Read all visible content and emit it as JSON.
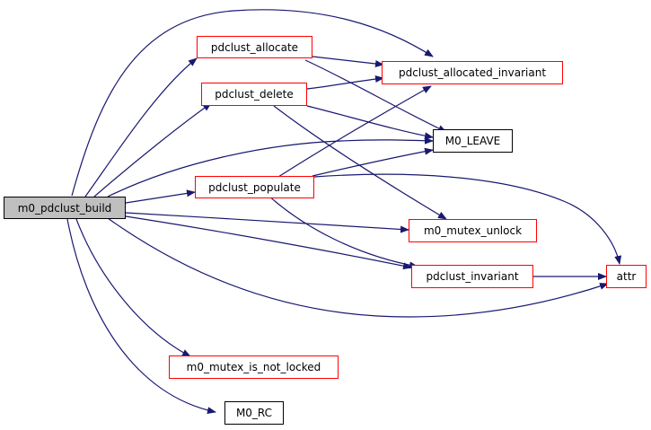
{
  "graph": {
    "type": "call-graph",
    "edge_color": "#191970",
    "nodes": [
      {
        "id": "m0_pdclust_build",
        "label": "m0_pdclust_build",
        "style": "root"
      },
      {
        "id": "pdclust_allocate",
        "label": "pdclust_allocate",
        "style": "red"
      },
      {
        "id": "pdclust_delete",
        "label": "pdclust_delete",
        "style": "red"
      },
      {
        "id": "pdclust_populate",
        "label": "pdclust_populate",
        "style": "red"
      },
      {
        "id": "pdclust_allocated_invariant",
        "label": "pdclust_allocated_invariant",
        "style": "red"
      },
      {
        "id": "M0_LEAVE",
        "label": "M0_LEAVE",
        "style": "black"
      },
      {
        "id": "m0_mutex_unlock",
        "label": "m0_mutex_unlock",
        "style": "red"
      },
      {
        "id": "pdclust_invariant",
        "label": "pdclust_invariant",
        "style": "red"
      },
      {
        "id": "attr",
        "label": "attr",
        "style": "red"
      },
      {
        "id": "m0_mutex_is_not_locked",
        "label": "m0_mutex_is_not_locked",
        "style": "red"
      },
      {
        "id": "M0_RC",
        "label": "M0_RC",
        "style": "black"
      }
    ],
    "edges": [
      {
        "from": "m0_pdclust_build",
        "to": "pdclust_allocate"
      },
      {
        "from": "m0_pdclust_build",
        "to": "pdclust_allocated_invariant"
      },
      {
        "from": "m0_pdclust_build",
        "to": "pdclust_delete"
      },
      {
        "from": "m0_pdclust_build",
        "to": "M0_LEAVE"
      },
      {
        "from": "m0_pdclust_build",
        "to": "pdclust_populate"
      },
      {
        "from": "m0_pdclust_build",
        "to": "m0_mutex_unlock"
      },
      {
        "from": "m0_pdclust_build",
        "to": "pdclust_invariant"
      },
      {
        "from": "m0_pdclust_build",
        "to": "attr"
      },
      {
        "from": "m0_pdclust_build",
        "to": "m0_mutex_is_not_locked"
      },
      {
        "from": "m0_pdclust_build",
        "to": "M0_RC"
      },
      {
        "from": "pdclust_allocate",
        "to": "pdclust_allocated_invariant"
      },
      {
        "from": "pdclust_allocate",
        "to": "M0_LEAVE"
      },
      {
        "from": "pdclust_delete",
        "to": "pdclust_allocated_invariant"
      },
      {
        "from": "pdclust_delete",
        "to": "M0_LEAVE"
      },
      {
        "from": "pdclust_delete",
        "to": "m0_mutex_unlock"
      },
      {
        "from": "pdclust_populate",
        "to": "pdclust_allocated_invariant"
      },
      {
        "from": "pdclust_populate",
        "to": "M0_LEAVE"
      },
      {
        "from": "pdclust_populate",
        "to": "attr"
      },
      {
        "from": "pdclust_populate",
        "to": "pdclust_invariant"
      },
      {
        "from": "pdclust_invariant",
        "to": "attr"
      }
    ]
  }
}
